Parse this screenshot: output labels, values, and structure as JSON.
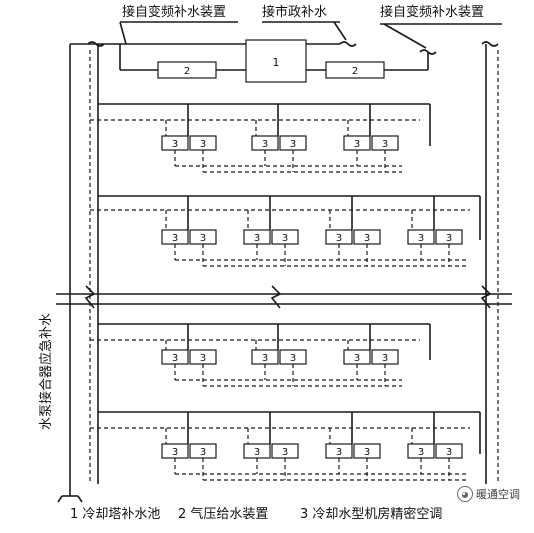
{
  "labels": {
    "top_left": "接自变频补水装置",
    "top_middle": "接市政补水",
    "top_right": "接自变频补水装置",
    "vertical_left": "水泵接合器应急补水"
  },
  "boxes": {
    "pool": "1",
    "pressure": "2",
    "ac": "3"
  },
  "legend": {
    "item1": "1 冷却塔补水池",
    "item2": "2 气压给水装置",
    "item3": "3 冷却水型机房精密空调"
  },
  "watermark": {
    "text": "暖通空调",
    "icon": "wechat-icon"
  }
}
